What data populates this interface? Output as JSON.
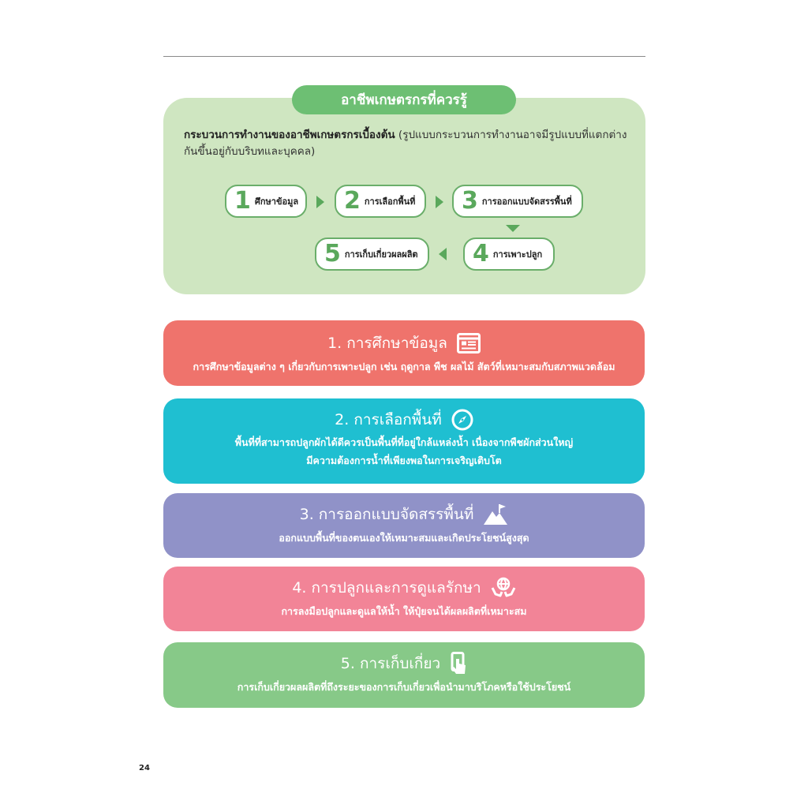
{
  "panel": {
    "title": "อาชีพเกษตรกรที่ควรรู้",
    "intro_bold": "กระบวนการทำงานของอาชีพเกษตรกรเบื้องต้น",
    "intro_rest": " (รูปแบบกระบวนการทำงานอาจมีรูปแบบที่แตกต่างกันขึ้นอยู่กับบริบทและบุคคล)",
    "steps": [
      {
        "num": "1",
        "label": "ศึกษาข้อมูล"
      },
      {
        "num": "2",
        "label": "การเลือกพื้นที่"
      },
      {
        "num": "3",
        "label": "การออกแบบจัดสรรพื้นที่"
      },
      {
        "num": "4",
        "label": "การเพาะปลูก"
      },
      {
        "num": "5",
        "label": "การเก็บเกี่ยวผลผลิต"
      }
    ]
  },
  "cards": [
    {
      "title": "1. การศึกษาข้อมูล",
      "icon": "document-list-icon",
      "color": "#ef736c",
      "lines": [
        "การศึกษาข้อมูลต่าง ๆ เกี่ยวกับการเพาะปลูก เช่น ฤดูกาล พืช ผลไม้ สัตว์ที่เหมาะสมกับสภาพแวดล้อม"
      ]
    },
    {
      "title": "2. การเลือกพื้นที่",
      "icon": "compass-icon",
      "color": "#1fbfd1",
      "lines": [
        "พื้นที่ที่สามารถปลูกผักได้ดีควรเป็นพื้นที่ที่อยู่ใกล้แหล่งน้ำ เนื่องจากพืชผักส่วนใหญ่",
        "มีความต้องการน้ำที่เพียงพอในการเจริญเติบโต"
      ]
    },
    {
      "title": "3. การออกแบบจัดสรรพื้นที่",
      "icon": "mountain-flag-icon",
      "color": "#9092c8",
      "lines": [
        "ออกแบบพื้นที่ของตนเองให้เหมาะสมและเกิดประโยชน์สูงสุด"
      ]
    },
    {
      "title": "4. การปลูกและการดูแลรักษา",
      "icon": "hands-globe-icon",
      "color": "#f28497",
      "lines": [
        "การลงมือปลูกและดูแลให้น้ำ ให้ปุ๋ยจนได้ผลผลิตที่เหมาะสม"
      ]
    },
    {
      "title": "5. การเก็บเกี่ยว",
      "icon": "hand-phone-icon",
      "color": "#87c988",
      "lines": [
        "การเก็บเกี่ยวผลผลิตที่ถึงระยะของการเก็บเกี่ยวเพื่อนำมาบริโภคหรือใช้ประโยชน์"
      ]
    }
  ],
  "page_number": "24"
}
